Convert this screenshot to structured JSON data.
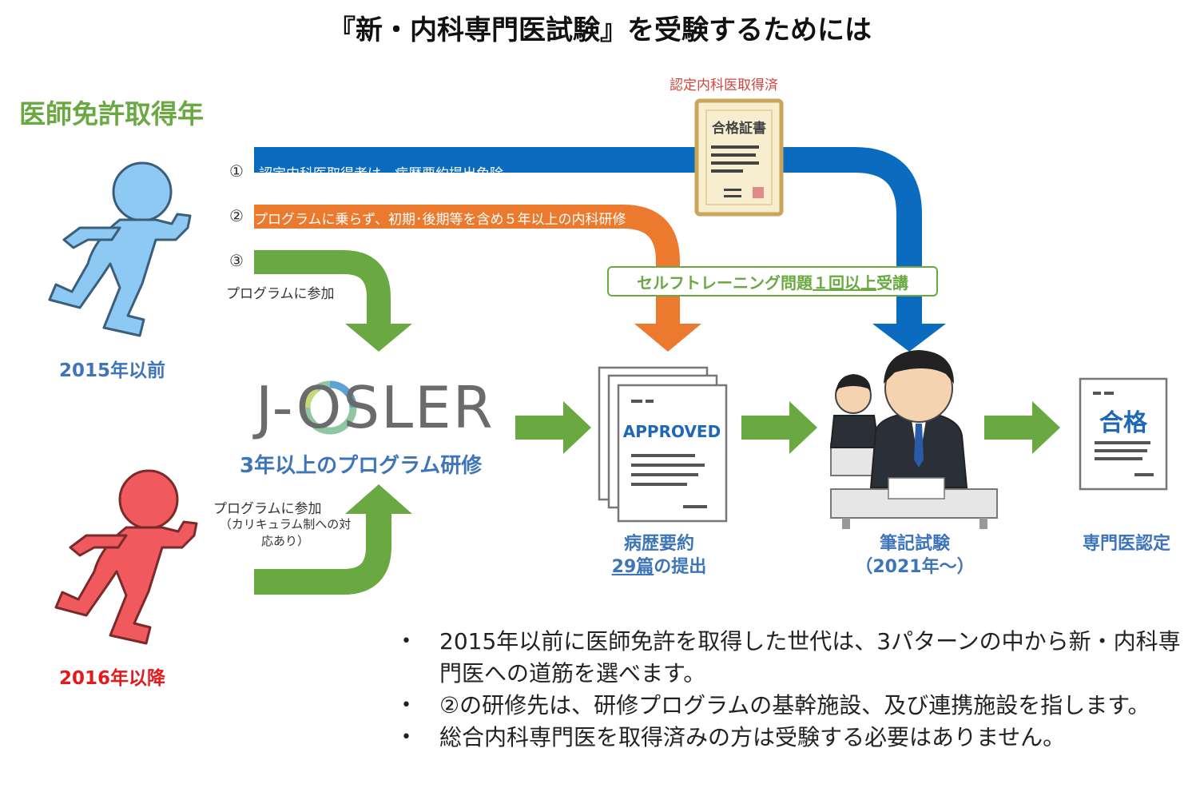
{
  "title": "『新・内科専門医試験』を受験するためには",
  "subtitle": "医師免許取得年",
  "person_before": {
    "label": "2015年以前"
  },
  "person_after": {
    "label": "2016年以降"
  },
  "routes": {
    "r1_num": "①",
    "r1_text_a": "認定内科医取得者は、",
    "r1_text_b": "病歴要約提出免除",
    "r2_num": "②",
    "r2_text": "プログラムに乗らず、初期･後期等を含め５年以上の内科研修",
    "r3_num": "③",
    "r3_text": "プログラムに参加",
    "after_text": "プログラムに参加",
    "after_note": "（カリキュラム制への対応あり）"
  },
  "cert": {
    "label": "認定内科医取得済",
    "title": "合格証書"
  },
  "badge": {
    "text_a": "セルフトレーニング問題",
    "text_b": "１回以上",
    "text_c": "受講"
  },
  "josler": {
    "logo": "J-OSLER",
    "caption": "3年以上のプログラム研修"
  },
  "summary": {
    "stamp": "APPROVED",
    "caption_1": "病歴要約",
    "caption_2a": "29篇",
    "caption_2b": "の提出"
  },
  "exam": {
    "caption_1": "筆記試験",
    "caption_2": "（2021年～）"
  },
  "result": {
    "stamp": "合格",
    "caption": "専門医認定"
  },
  "bullets": [
    "2015年以前に医師免許を取得した世代は、3パターンの中から新・内科専門医への道筋を選べます。",
    "②の研修先は、研修プログラムの基幹施設、及び連携施設を指します。",
    "総合内科専門医を取得済みの方は受験する必要はありません。"
  ],
  "colors": {
    "blue_route": "#0b6cbf",
    "orange_route": "#ec7a2e",
    "green_route": "#6aa942",
    "person_blue": "#8ec9f3",
    "person_red": "#f0595d",
    "text_blue": "#3e74b8"
  }
}
